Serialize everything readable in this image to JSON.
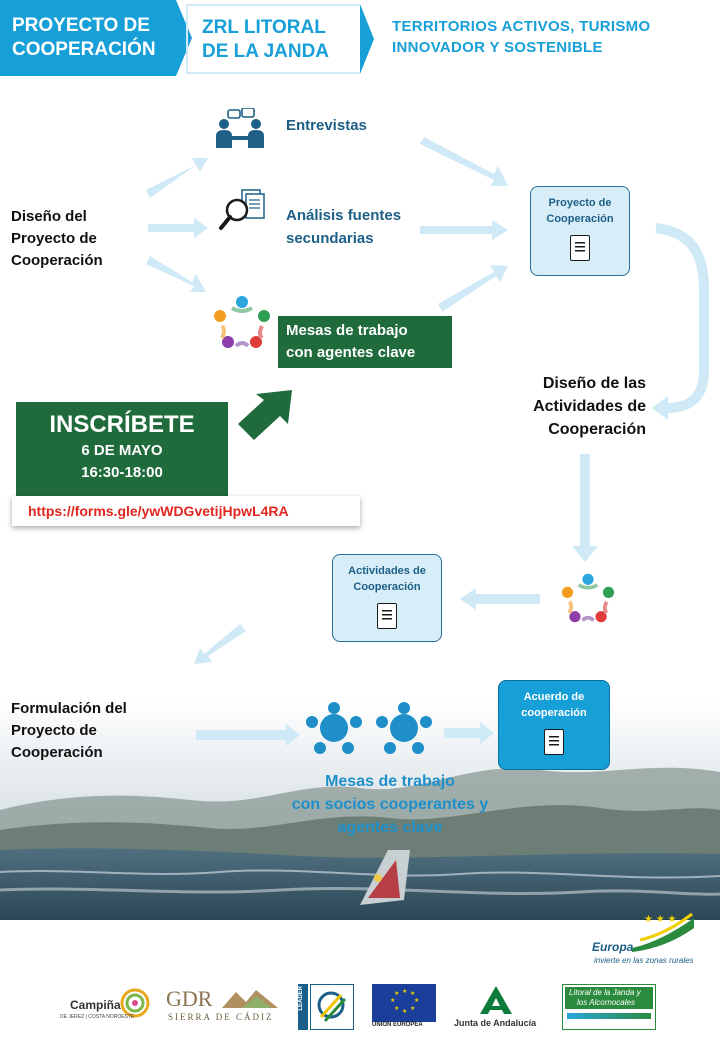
{
  "header": {
    "project_line1": "PROYECTO DE",
    "project_line2": "COOPERACIÓN",
    "zrl_line1": "ZRL LITORAL",
    "zrl_line2": "DE LA JANDA",
    "territory_line1": "TERRITORIOS ACTIVOS, TURISMO",
    "territory_line2": "INNOVADOR Y SOSTENIBLE"
  },
  "flow": {
    "design_line1": "Diseño del",
    "design_line2": "Proyecto de",
    "design_line3": "Cooperación",
    "interviews": "Entrevistas",
    "secondary_line1": "Análisis fuentes",
    "secondary_line2": "secundarias",
    "tables_line1": "Mesas de trabajo",
    "tables_line2": "con agentes clave",
    "project_doc_line1": "Proyecto de",
    "project_doc_line2": "Cooperación",
    "activities_design_line1": "Diseño de las",
    "activities_design_line2": "Actividades de",
    "activities_design_line3": "Cooperación",
    "activities_doc_line1": "Actividades de",
    "activities_doc_line2": "Cooperación",
    "formulation_line1": "Formulación del",
    "formulation_line2": "Proyecto de",
    "formulation_line3": "Cooperación",
    "agreement_line1": "Acuerdo de",
    "agreement_line2": "cooperación",
    "partners_line1": "Mesas de trabajo",
    "partners_line2": "con socios cooperantes y",
    "partners_line3": "agentes clave"
  },
  "register": {
    "title": "INSCRÍBETE",
    "date": "6 DE MAYO",
    "time": "16:30-18:00",
    "link": "https://forms.gle/ywWDGvetijHpwL4RA"
  },
  "footer": {
    "europa": "Europa",
    "europa_tagline": "invierte en las zonas rurales",
    "campina_name": "Campiña",
    "campina_sub": "DE JEREZ | COSTA NOROESTE",
    "gdr_name": "GDR",
    "gdr_sub": "SIERRA DE CÁDIZ",
    "leader": "LEADER",
    "eu_name": "UNIÓN EUROPEA",
    "junta_name": "Junta de Andalucía",
    "litoral_line1": "Litoral de la Janda y",
    "litoral_line2": "los Alcornocales"
  },
  "colors": {
    "brand_blue": "#179fd8",
    "teal_text": "#1d5f86",
    "green": "#1f6b3c",
    "link_red": "#e0261f",
    "arrow_light": "#cfe9f6"
  }
}
